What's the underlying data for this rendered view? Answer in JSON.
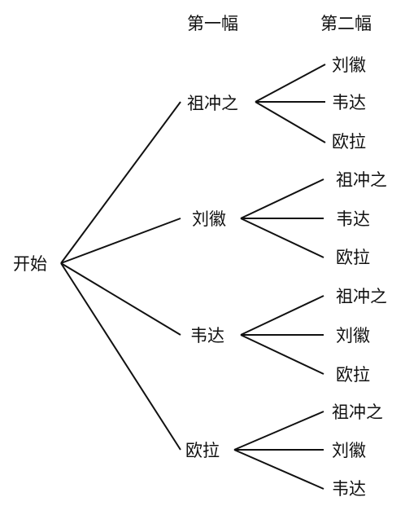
{
  "header": {
    "col1": "第一幅",
    "col2": "第二幅"
  },
  "root": "开始",
  "branches": [
    {
      "label": "祖冲之",
      "children": [
        "刘徽",
        "韦达",
        "欧拉"
      ]
    },
    {
      "label": "刘徽",
      "children": [
        "祖冲之",
        "韦达",
        "欧拉"
      ]
    },
    {
      "label": "韦达",
      "children": [
        "祖冲之",
        "刘徽",
        "欧拉"
      ]
    },
    {
      "label": "欧拉",
      "children": [
        "祖冲之",
        "刘徽",
        "韦达"
      ]
    }
  ]
}
